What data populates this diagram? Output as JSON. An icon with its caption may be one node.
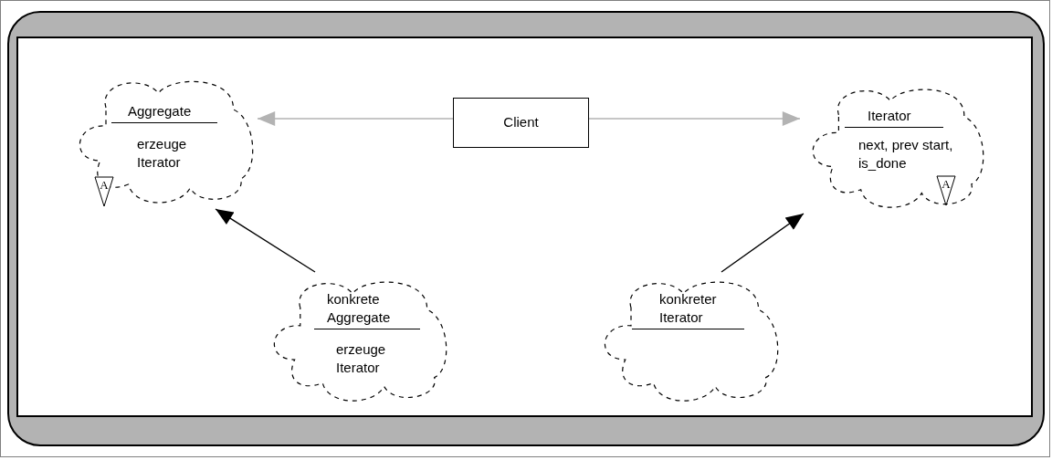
{
  "diagram": {
    "nodes": [
      {
        "text": [
          "Aggregate",
          "erzeuge Iterator",
          "A"
        ]
      },
      {
        "text": [
          "Client"
        ]
      },
      {
        "text": [
          "Iterator",
          "next, prev start, is_done",
          "A"
        ]
      },
      {
        "text": [
          "konkrete Aggregate",
          "erzeuge Iterator"
        ]
      },
      {
        "text": [
          "konkreter Iterator"
        ]
      }
    ],
    "edges": [
      {
        "from": 1,
        "to": 0,
        "arrow": "to",
        "color": "#b3b3b3"
      },
      {
        "from": 1,
        "to": 2,
        "arrow": "to",
        "color": "#b3b3b3"
      },
      {
        "from": 3,
        "to": 0,
        "arrow": "to",
        "color": "#000000"
      },
      {
        "from": 4,
        "to": 2,
        "arrow": "to",
        "color": "#000000"
      }
    ]
  }
}
